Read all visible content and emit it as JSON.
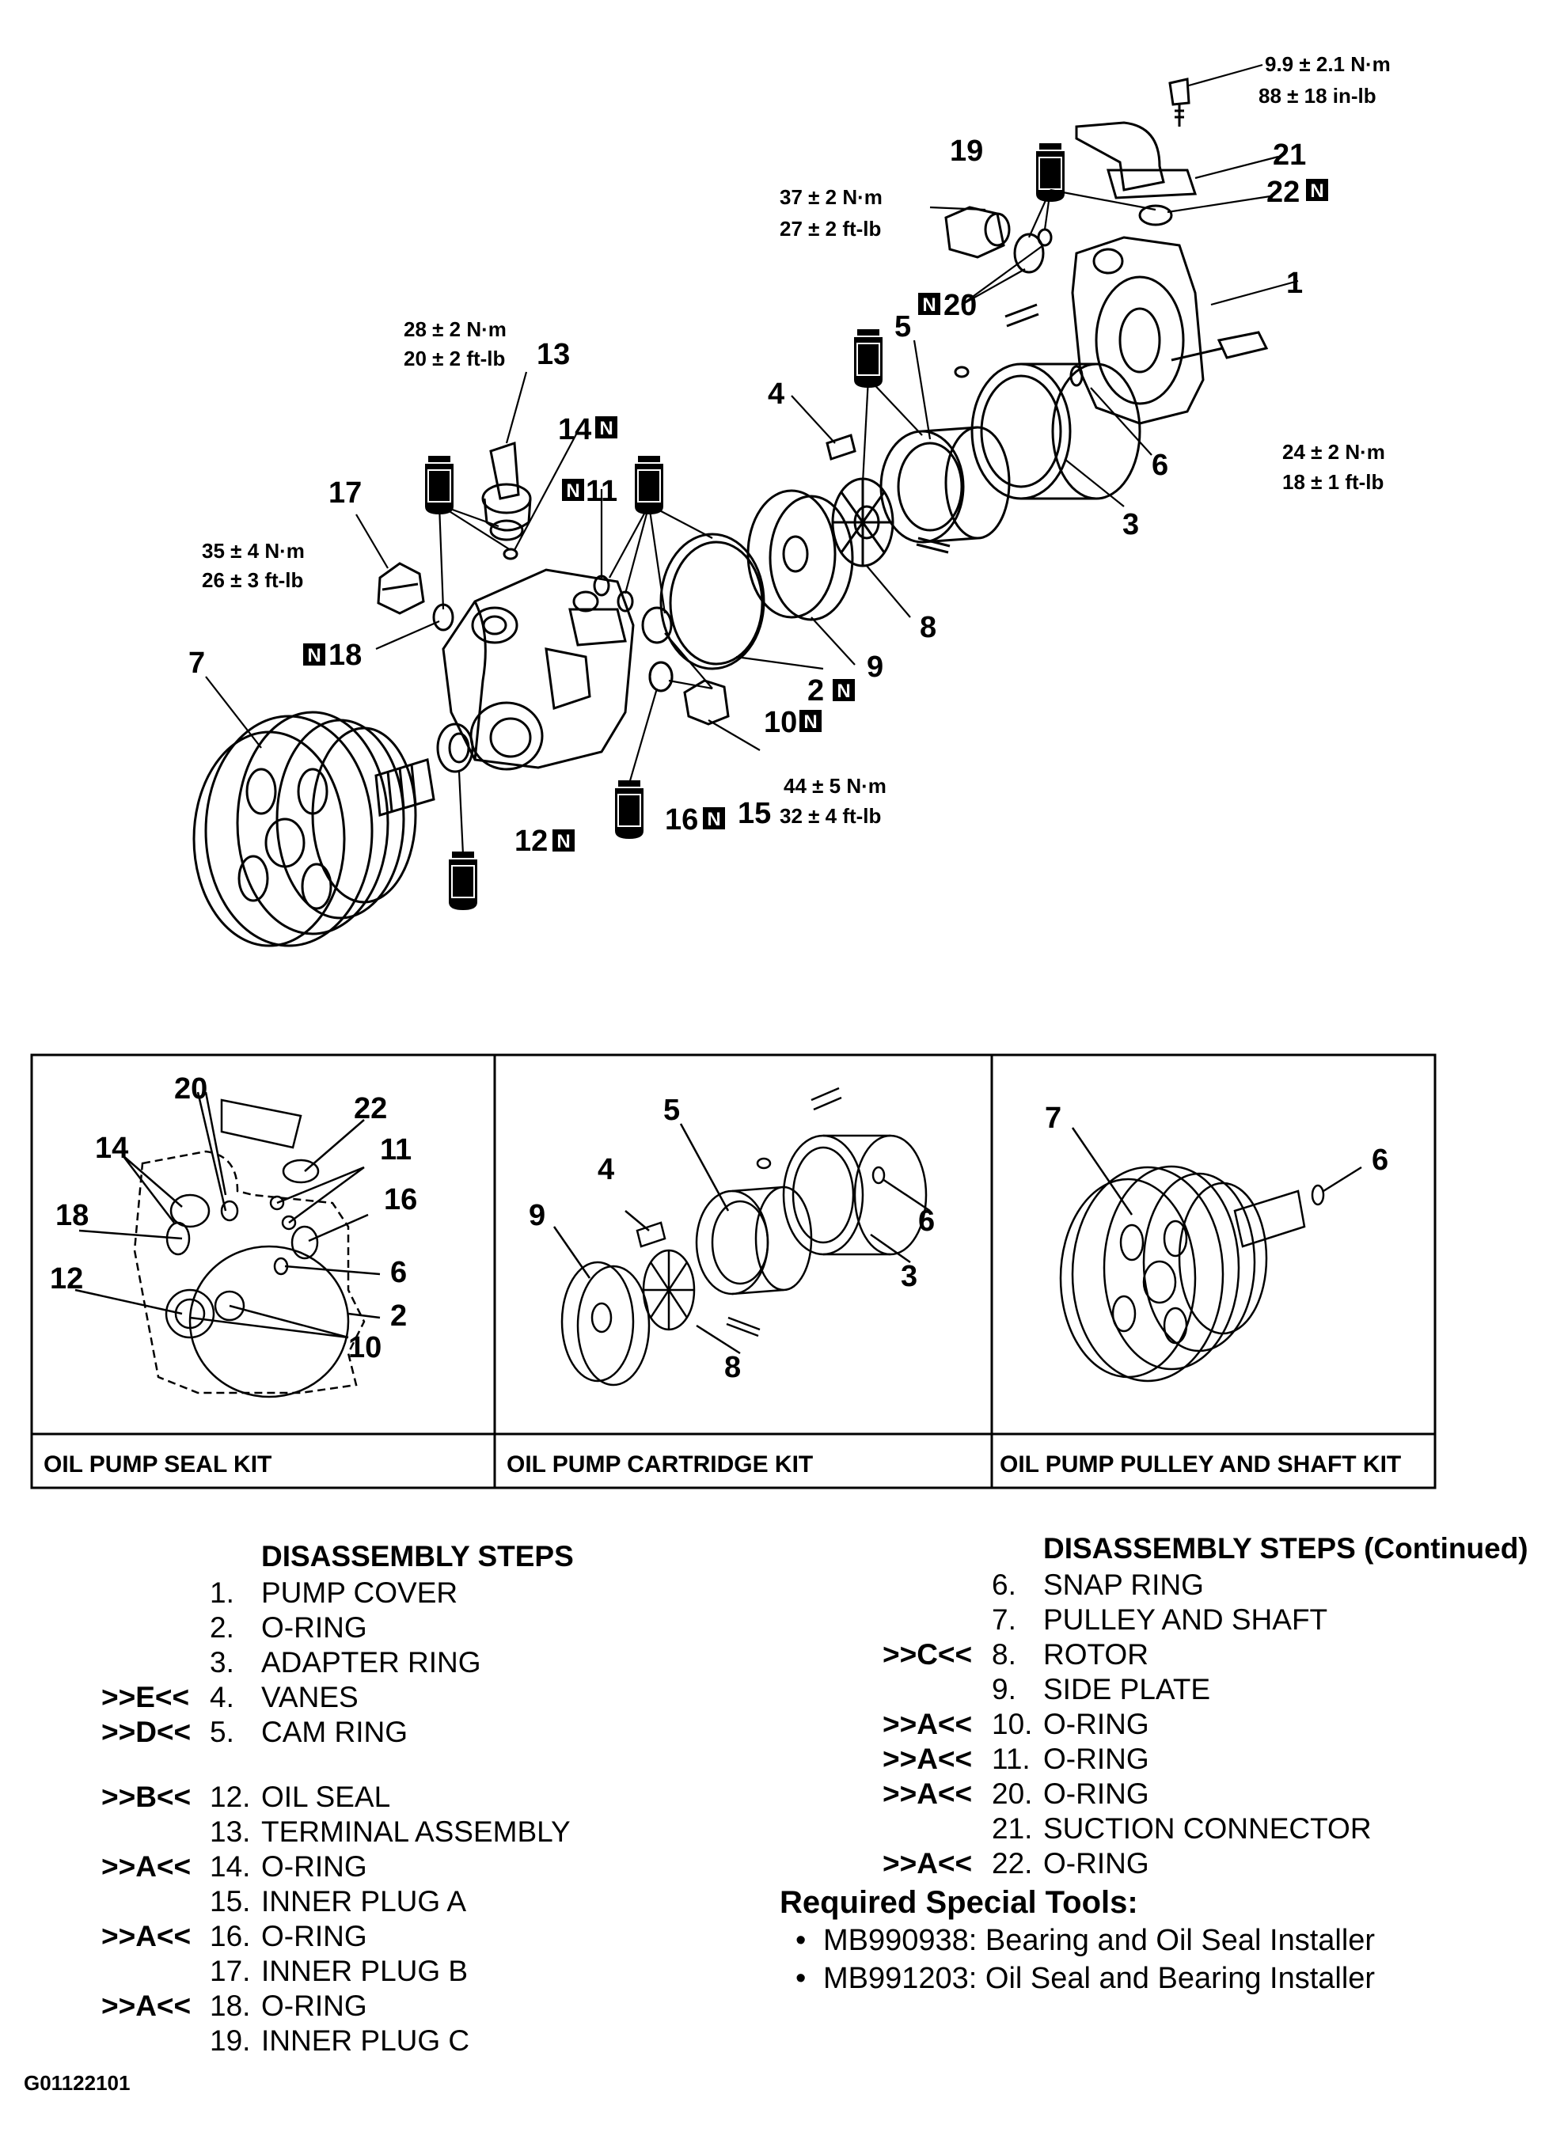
{
  "diagram": {
    "parts": [
      {
        "id": "p1",
        "label": "1"
      },
      {
        "id": "p2",
        "label": "2"
      },
      {
        "id": "p3",
        "label": "3"
      },
      {
        "id": "p4",
        "label": "4"
      },
      {
        "id": "p5",
        "label": "5"
      },
      {
        "id": "p6",
        "label": "6"
      },
      {
        "id": "p7",
        "label": "7"
      },
      {
        "id": "p8",
        "label": "8"
      },
      {
        "id": "p9",
        "label": "9"
      },
      {
        "id": "p10",
        "label": "10"
      },
      {
        "id": "p11",
        "label": "11"
      },
      {
        "id": "p12",
        "label": "12"
      },
      {
        "id": "p13",
        "label": "13"
      },
      {
        "id": "p14",
        "label": "14"
      },
      {
        "id": "p15",
        "label": "15"
      },
      {
        "id": "p16",
        "label": "16"
      },
      {
        "id": "p17",
        "label": "17"
      },
      {
        "id": "p18",
        "label": "18"
      },
      {
        "id": "p19",
        "label": "19"
      },
      {
        "id": "p20",
        "label": "20"
      },
      {
        "id": "p21",
        "label": "21"
      },
      {
        "id": "p22",
        "label": "22"
      }
    ],
    "new_part_mark": "N",
    "torques": [
      {
        "id": "t_top",
        "nm": "9.9 ± 2.1 N·m",
        "imp": "88 ± 18 in-lb"
      },
      {
        "id": "t19",
        "nm": "37 ± 2 N·m",
        "imp": "27 ± 2 ft-lb"
      },
      {
        "id": "t13",
        "nm": "28 ± 2 N·m",
        "imp": "20 ± 2 ft-lb"
      },
      {
        "id": "t1",
        "nm": "24 ± 2 N·m",
        "imp": "18 ± 1 ft-lb"
      },
      {
        "id": "t17",
        "nm": "35 ± 4 N·m",
        "imp": "26 ± 3 ft-lb"
      },
      {
        "id": "t15",
        "nm": "44 ± 5 N·m",
        "imp": "32 ± 4 ft-lb"
      }
    ]
  },
  "kits": [
    {
      "label": "OIL PUMP SEAL KIT",
      "parts": [
        "20",
        "22",
        "14",
        "11",
        "18",
        "16",
        "6",
        "12",
        "2",
        "10"
      ]
    },
    {
      "label": "OIL PUMP CARTRIDGE KIT",
      "parts": [
        "5",
        "4",
        "9",
        "6",
        "3",
        "8"
      ]
    },
    {
      "label": "OIL PUMP PULLEY AND SHAFT KIT",
      "parts": [
        "7",
        "6"
      ]
    }
  ],
  "steps_left": {
    "header": "DISASSEMBLY STEPS",
    "items": [
      {
        "mark": "",
        "no": "1.",
        "text": "PUMP COVER"
      },
      {
        "mark": "",
        "no": "2.",
        "text": "O-RING"
      },
      {
        "mark": "",
        "no": "3.",
        "text": "ADAPTER RING"
      },
      {
        "mark": ">>E<<",
        "no": "4.",
        "text": "VANES"
      },
      {
        "mark": ">>D<<",
        "no": "5.",
        "text": "CAM RING"
      },
      {
        "mark": ">>B<<",
        "no": "12.",
        "text": "OIL SEAL"
      },
      {
        "mark": "",
        "no": "13.",
        "text": "TERMINAL ASSEMBLY"
      },
      {
        "mark": ">>A<<",
        "no": "14.",
        "text": "O-RING"
      },
      {
        "mark": "",
        "no": "15.",
        "text": "INNER PLUG A"
      },
      {
        "mark": ">>A<<",
        "no": "16.",
        "text": "O-RING"
      },
      {
        "mark": "",
        "no": "17.",
        "text": "INNER PLUG B"
      },
      {
        "mark": ">>A<<",
        "no": "18.",
        "text": "O-RING"
      },
      {
        "mark": "",
        "no": "19.",
        "text": "INNER PLUG C"
      }
    ]
  },
  "steps_right": {
    "header": "DISASSEMBLY STEPS (Continued)",
    "items": [
      {
        "mark": "",
        "no": "6.",
        "text": "SNAP RING"
      },
      {
        "mark": "",
        "no": "7.",
        "text": "PULLEY AND SHAFT"
      },
      {
        "mark": ">>C<<",
        "no": "8.",
        "text": "ROTOR"
      },
      {
        "mark": "",
        "no": "9.",
        "text": "SIDE PLATE"
      },
      {
        "mark": ">>A<<",
        "no": "10.",
        "text": "O-RING"
      },
      {
        "mark": ">>A<<",
        "no": "11.",
        "text": "O-RING"
      },
      {
        "mark": ">>A<<",
        "no": "20.",
        "text": "O-RING"
      },
      {
        "mark": "",
        "no": "21.",
        "text": "SUCTION CONNECTOR"
      },
      {
        "mark": ">>A<<",
        "no": "22.",
        "text": "O-RING"
      }
    ]
  },
  "tools": {
    "header": "Required Special Tools:",
    "items": [
      "MB990938: Bearing and Oil Seal Installer",
      "MB991203: Oil Seal and Bearing Installer"
    ]
  },
  "figure_code": "G01122101"
}
